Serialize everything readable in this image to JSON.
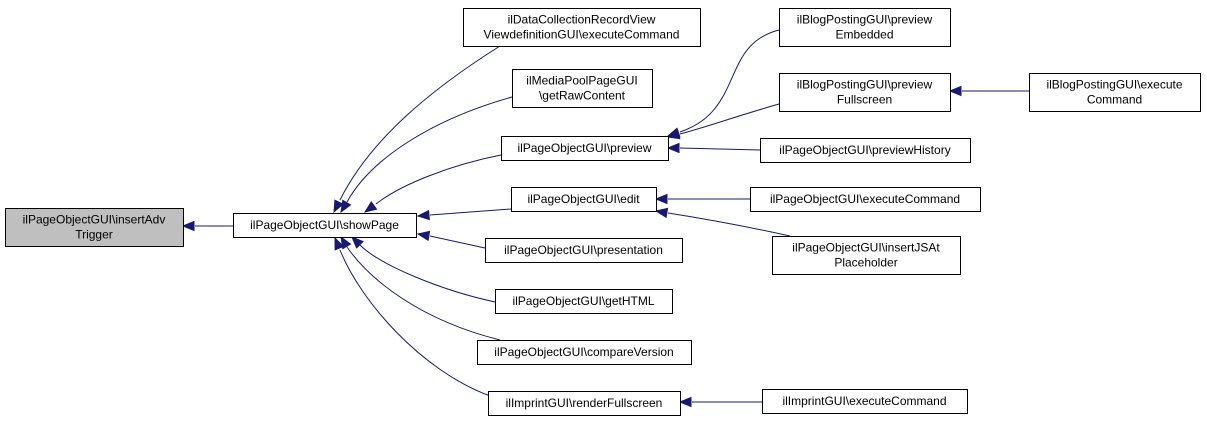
{
  "graph": {
    "nodes": [
      {
        "id": "n0",
        "lines": [
          "ilPageObjectGUI\\insertAdv",
          "Trigger"
        ],
        "root": true
      },
      {
        "id": "n1",
        "lines": [
          "ilPageObjectGUI\\showPage"
        ]
      },
      {
        "id": "n2",
        "lines": [
          "ilDataCollectionRecordView",
          "ViewdefinitionGUI\\executeCommand"
        ]
      },
      {
        "id": "n3",
        "lines": [
          "ilMediaPoolPageGUI",
          "\\getRawContent"
        ]
      },
      {
        "id": "n4",
        "lines": [
          "ilPageObjectGUI\\preview"
        ]
      },
      {
        "id": "n5",
        "lines": [
          "ilPageObjectGUI\\edit"
        ]
      },
      {
        "id": "n6",
        "lines": [
          "ilPageObjectGUI\\presentation"
        ]
      },
      {
        "id": "n7",
        "lines": [
          "ilPageObjectGUI\\getHTML"
        ]
      },
      {
        "id": "n8",
        "lines": [
          "ilPageObjectGUI\\compareVersion"
        ]
      },
      {
        "id": "n9",
        "lines": [
          "ilImprintGUI\\renderFullscreen"
        ]
      },
      {
        "id": "n10",
        "lines": [
          "ilBlogPostingGUI\\preview",
          "Embedded"
        ]
      },
      {
        "id": "n11",
        "lines": [
          "ilBlogPostingGUI\\preview",
          "Fullscreen"
        ]
      },
      {
        "id": "n12",
        "lines": [
          "ilPageObjectGUI\\previewHistory"
        ]
      },
      {
        "id": "n13",
        "lines": [
          "ilPageObjectGUI\\executeCommand"
        ]
      },
      {
        "id": "n14",
        "lines": [
          "ilPageObjectGUI\\insertJSAt",
          "Placeholder"
        ]
      },
      {
        "id": "n15",
        "lines": [
          "ilImprintGUI\\executeCommand"
        ]
      },
      {
        "id": "n16",
        "lines": [
          "ilBlogPostingGUI\\execute",
          "Command"
        ]
      }
    ],
    "edges": [
      {
        "from": "n1",
        "to": "n0"
      },
      {
        "from": "n2",
        "to": "n1"
      },
      {
        "from": "n3",
        "to": "n1"
      },
      {
        "from": "n4",
        "to": "n1"
      },
      {
        "from": "n5",
        "to": "n1"
      },
      {
        "from": "n6",
        "to": "n1"
      },
      {
        "from": "n7",
        "to": "n1"
      },
      {
        "from": "n8",
        "to": "n1"
      },
      {
        "from": "n9",
        "to": "n1"
      },
      {
        "from": "n10",
        "to": "n4"
      },
      {
        "from": "n11",
        "to": "n4"
      },
      {
        "from": "n12",
        "to": "n4"
      },
      {
        "from": "n13",
        "to": "n5"
      },
      {
        "from": "n14",
        "to": "n5"
      },
      {
        "from": "n15",
        "to": "n9"
      },
      {
        "from": "n16",
        "to": "n11"
      }
    ],
    "colors": {
      "edge": "#191970",
      "root_fill": "#bfbfbf",
      "node_fill": "#ffffff",
      "node_stroke": "#000000"
    }
  }
}
